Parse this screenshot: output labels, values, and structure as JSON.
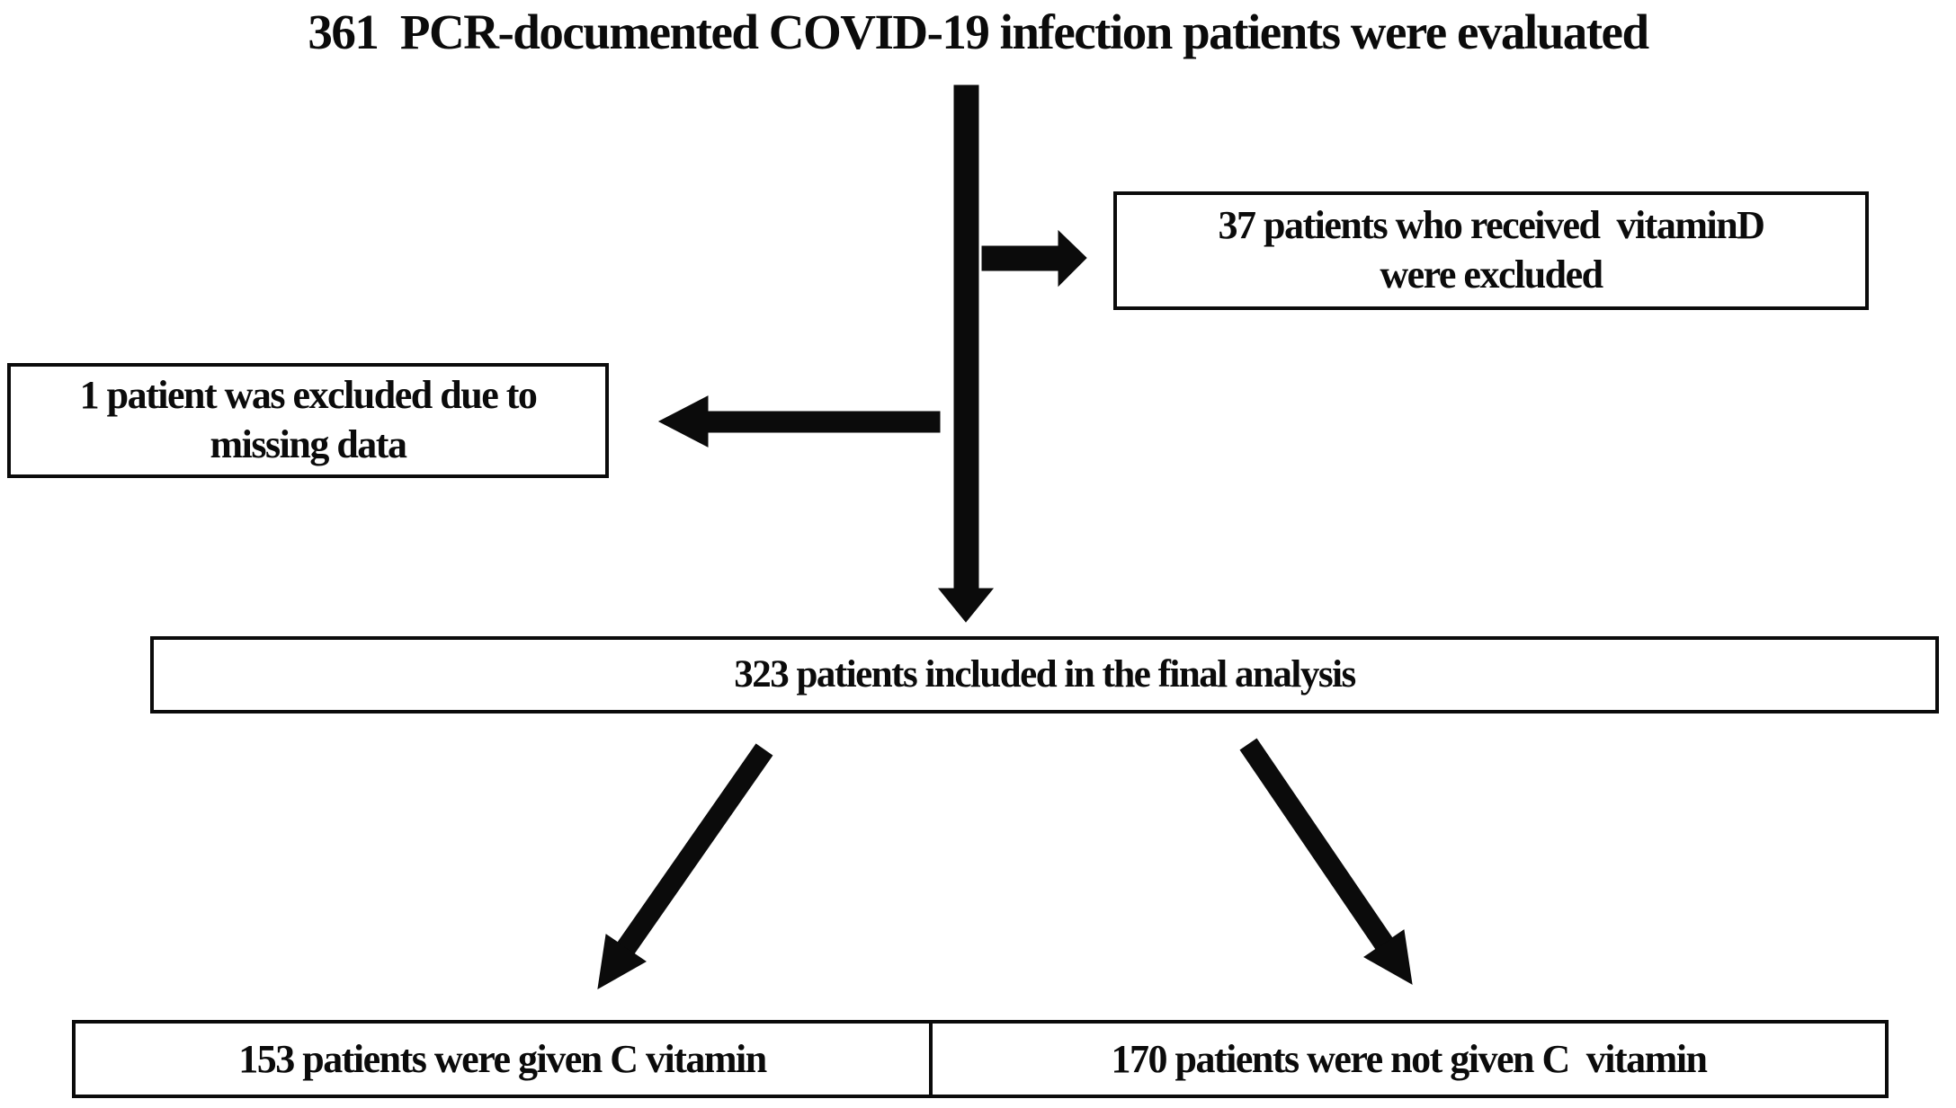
{
  "flowchart": {
    "title": "361  PCR-documented COVID-19 infection patients were evaluated",
    "boxes": {
      "vitamin_d_excluded": {
        "line1": "37 patients who received  vitaminD",
        "line2": "were excluded"
      },
      "missing_data_excluded": {
        "line1": "1 patient was excluded due to",
        "line2": "missing data"
      },
      "final_analysis": {
        "text": "323 patients included in the final analysis"
      },
      "given_vitamin_c": {
        "text": "153 patients were given C vitamin"
      },
      "not_given_vitamin_c": {
        "text": "170 patients were not given C  vitamin"
      }
    },
    "counts": {
      "evaluated": 361,
      "vitamin_d_excluded": 37,
      "missing_data_excluded": 1,
      "final_analysis": 323,
      "given_vitamin_c": 153,
      "not_given_vitamin_c": 170
    },
    "colors": {
      "ink": "#0b0b0b",
      "background": "#ffffff"
    }
  }
}
